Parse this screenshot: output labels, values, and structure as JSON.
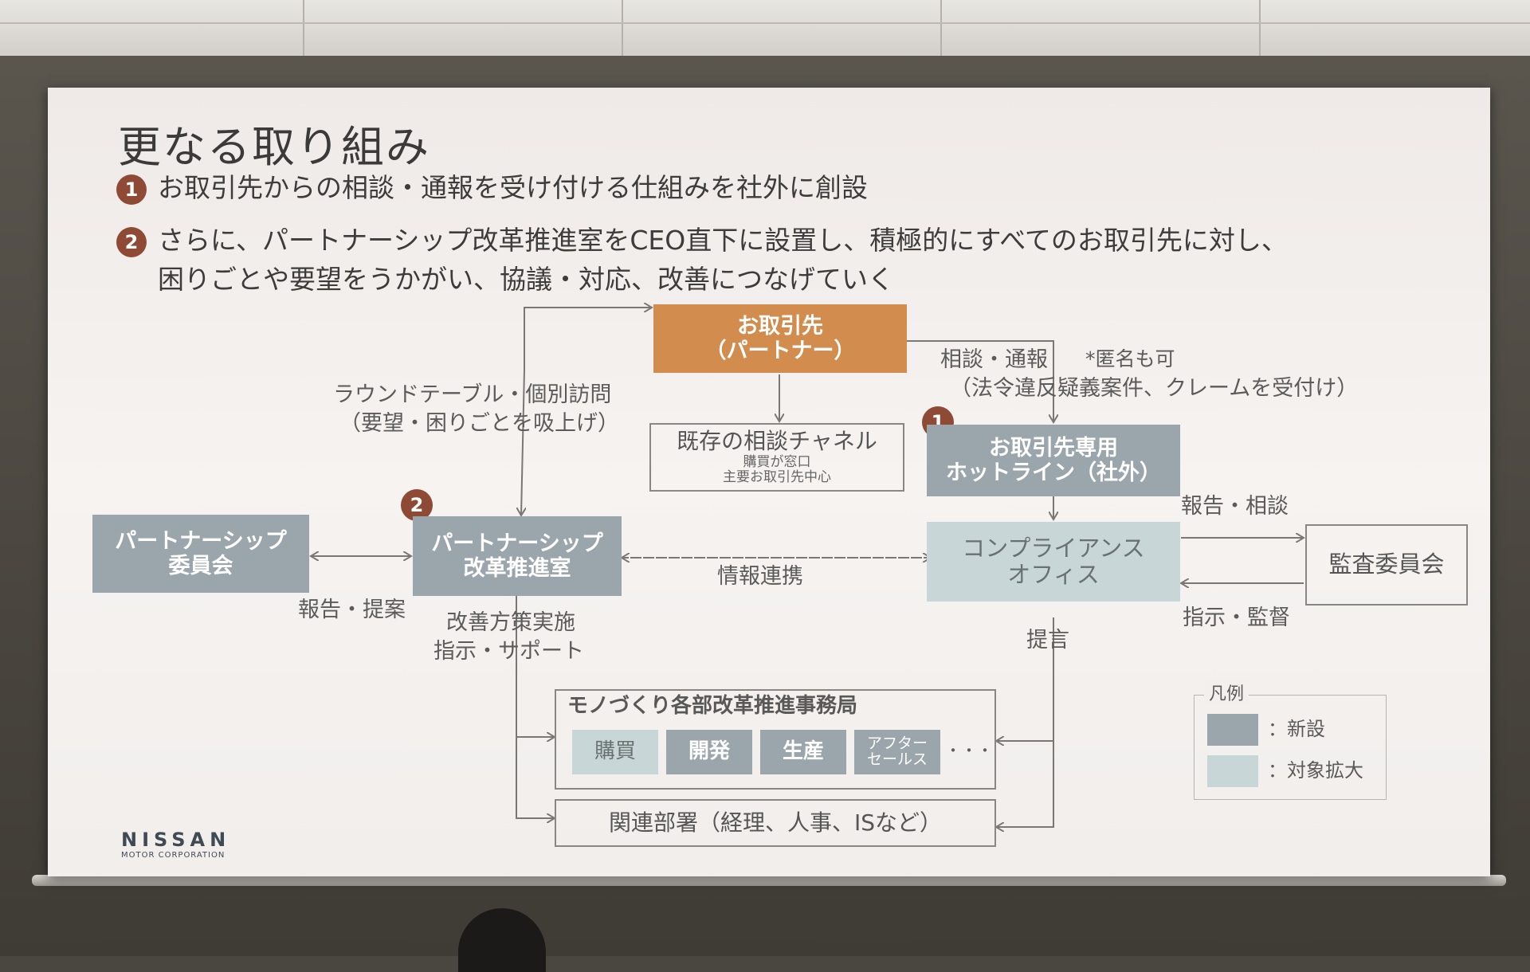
{
  "slide": {
    "title": "更なる取り組み",
    "bullets": [
      {
        "num": "1",
        "text": "お取引先からの相談・通報を受け付ける仕組みを社外に創設"
      },
      {
        "num": "2",
        "text": "さらに、パートナーシップ改革推進室をCEO直下に設置し、積極的にすべてのお取引先に対し、",
        "text2": "困りごとや要望をうかがい、協議・対応、改善につなげていく"
      }
    ]
  },
  "diagram": {
    "partner": {
      "line1": "お取引先",
      "line2": "（パートナー）"
    },
    "existing": {
      "title": "既存の相談チャネル",
      "sub1": "購買が窓口",
      "sub2": "主要お取引先中心"
    },
    "hotline": {
      "num": "1",
      "line1": "お取引先専用",
      "line2": "ホットライン（社外）"
    },
    "committee": {
      "line1": "パートナーシップ",
      "line2": "委員会"
    },
    "reform": {
      "num": "2",
      "line1": "パートナーシップ",
      "line2": "改革推進室"
    },
    "compliance": {
      "line1": "コンプライアンス",
      "line2": "オフィス"
    },
    "audit": {
      "label": "監査委員会"
    },
    "monozukuri": {
      "title": "モノづくり各部改革推進事務局",
      "depts": [
        "購買",
        "開発",
        "生産",
        "アフター",
        "セールス"
      ],
      "ellipsis": "・・・"
    },
    "related": {
      "label": "関連部署（経理、人事、ISなど）"
    },
    "labels": {
      "roundtable1": "ラウンドテーブル・個別訪問",
      "roundtable2": "（要望・困りごとを吸上げ）",
      "consult": "相談・通報",
      "anon": "*匿名も可",
      "law": "（法令違反疑義案件、クレームを受付け）",
      "report_consult": "報告・相談",
      "info": "情報連携",
      "report_propose": "報告・提案",
      "improve1": "改善方策実施",
      "improve2": "指示・サポート",
      "proposal": "提言",
      "direct": "指示・監督"
    },
    "legend": {
      "title": "凡例",
      "new": "：新設",
      "expand": "：対象拡大"
    }
  },
  "brand": {
    "name": "NISSAN",
    "sub": "MOTOR CORPORATION"
  },
  "colors": {
    "orange": "#d28c4e",
    "dark": "#9ba6ac",
    "light": "#c8d6d8",
    "badge": "#8f4a35"
  }
}
